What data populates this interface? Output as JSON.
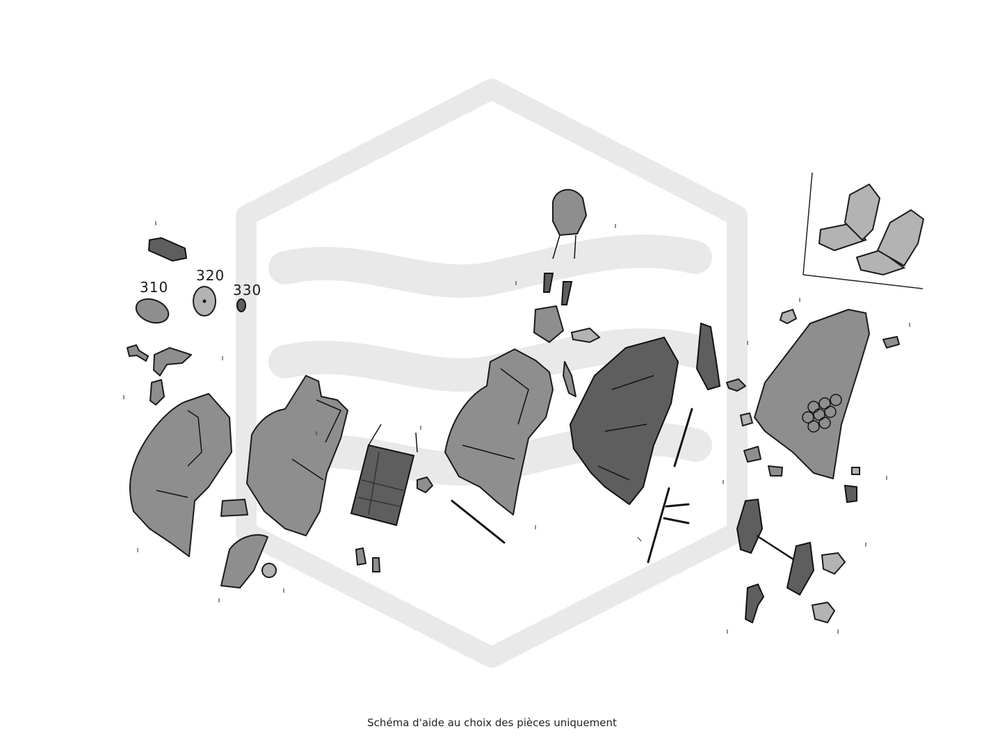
{
  "callouts": {
    "c310": "310",
    "c320": "320",
    "c330": "330"
  },
  "footer": {
    "caption": "Schéma d'aide au choix des pièces uniquement"
  },
  "colors": {
    "watermark": "#e9e9e9",
    "part_fill": "#8e8e8e",
    "outline": "#1a1a1a"
  }
}
